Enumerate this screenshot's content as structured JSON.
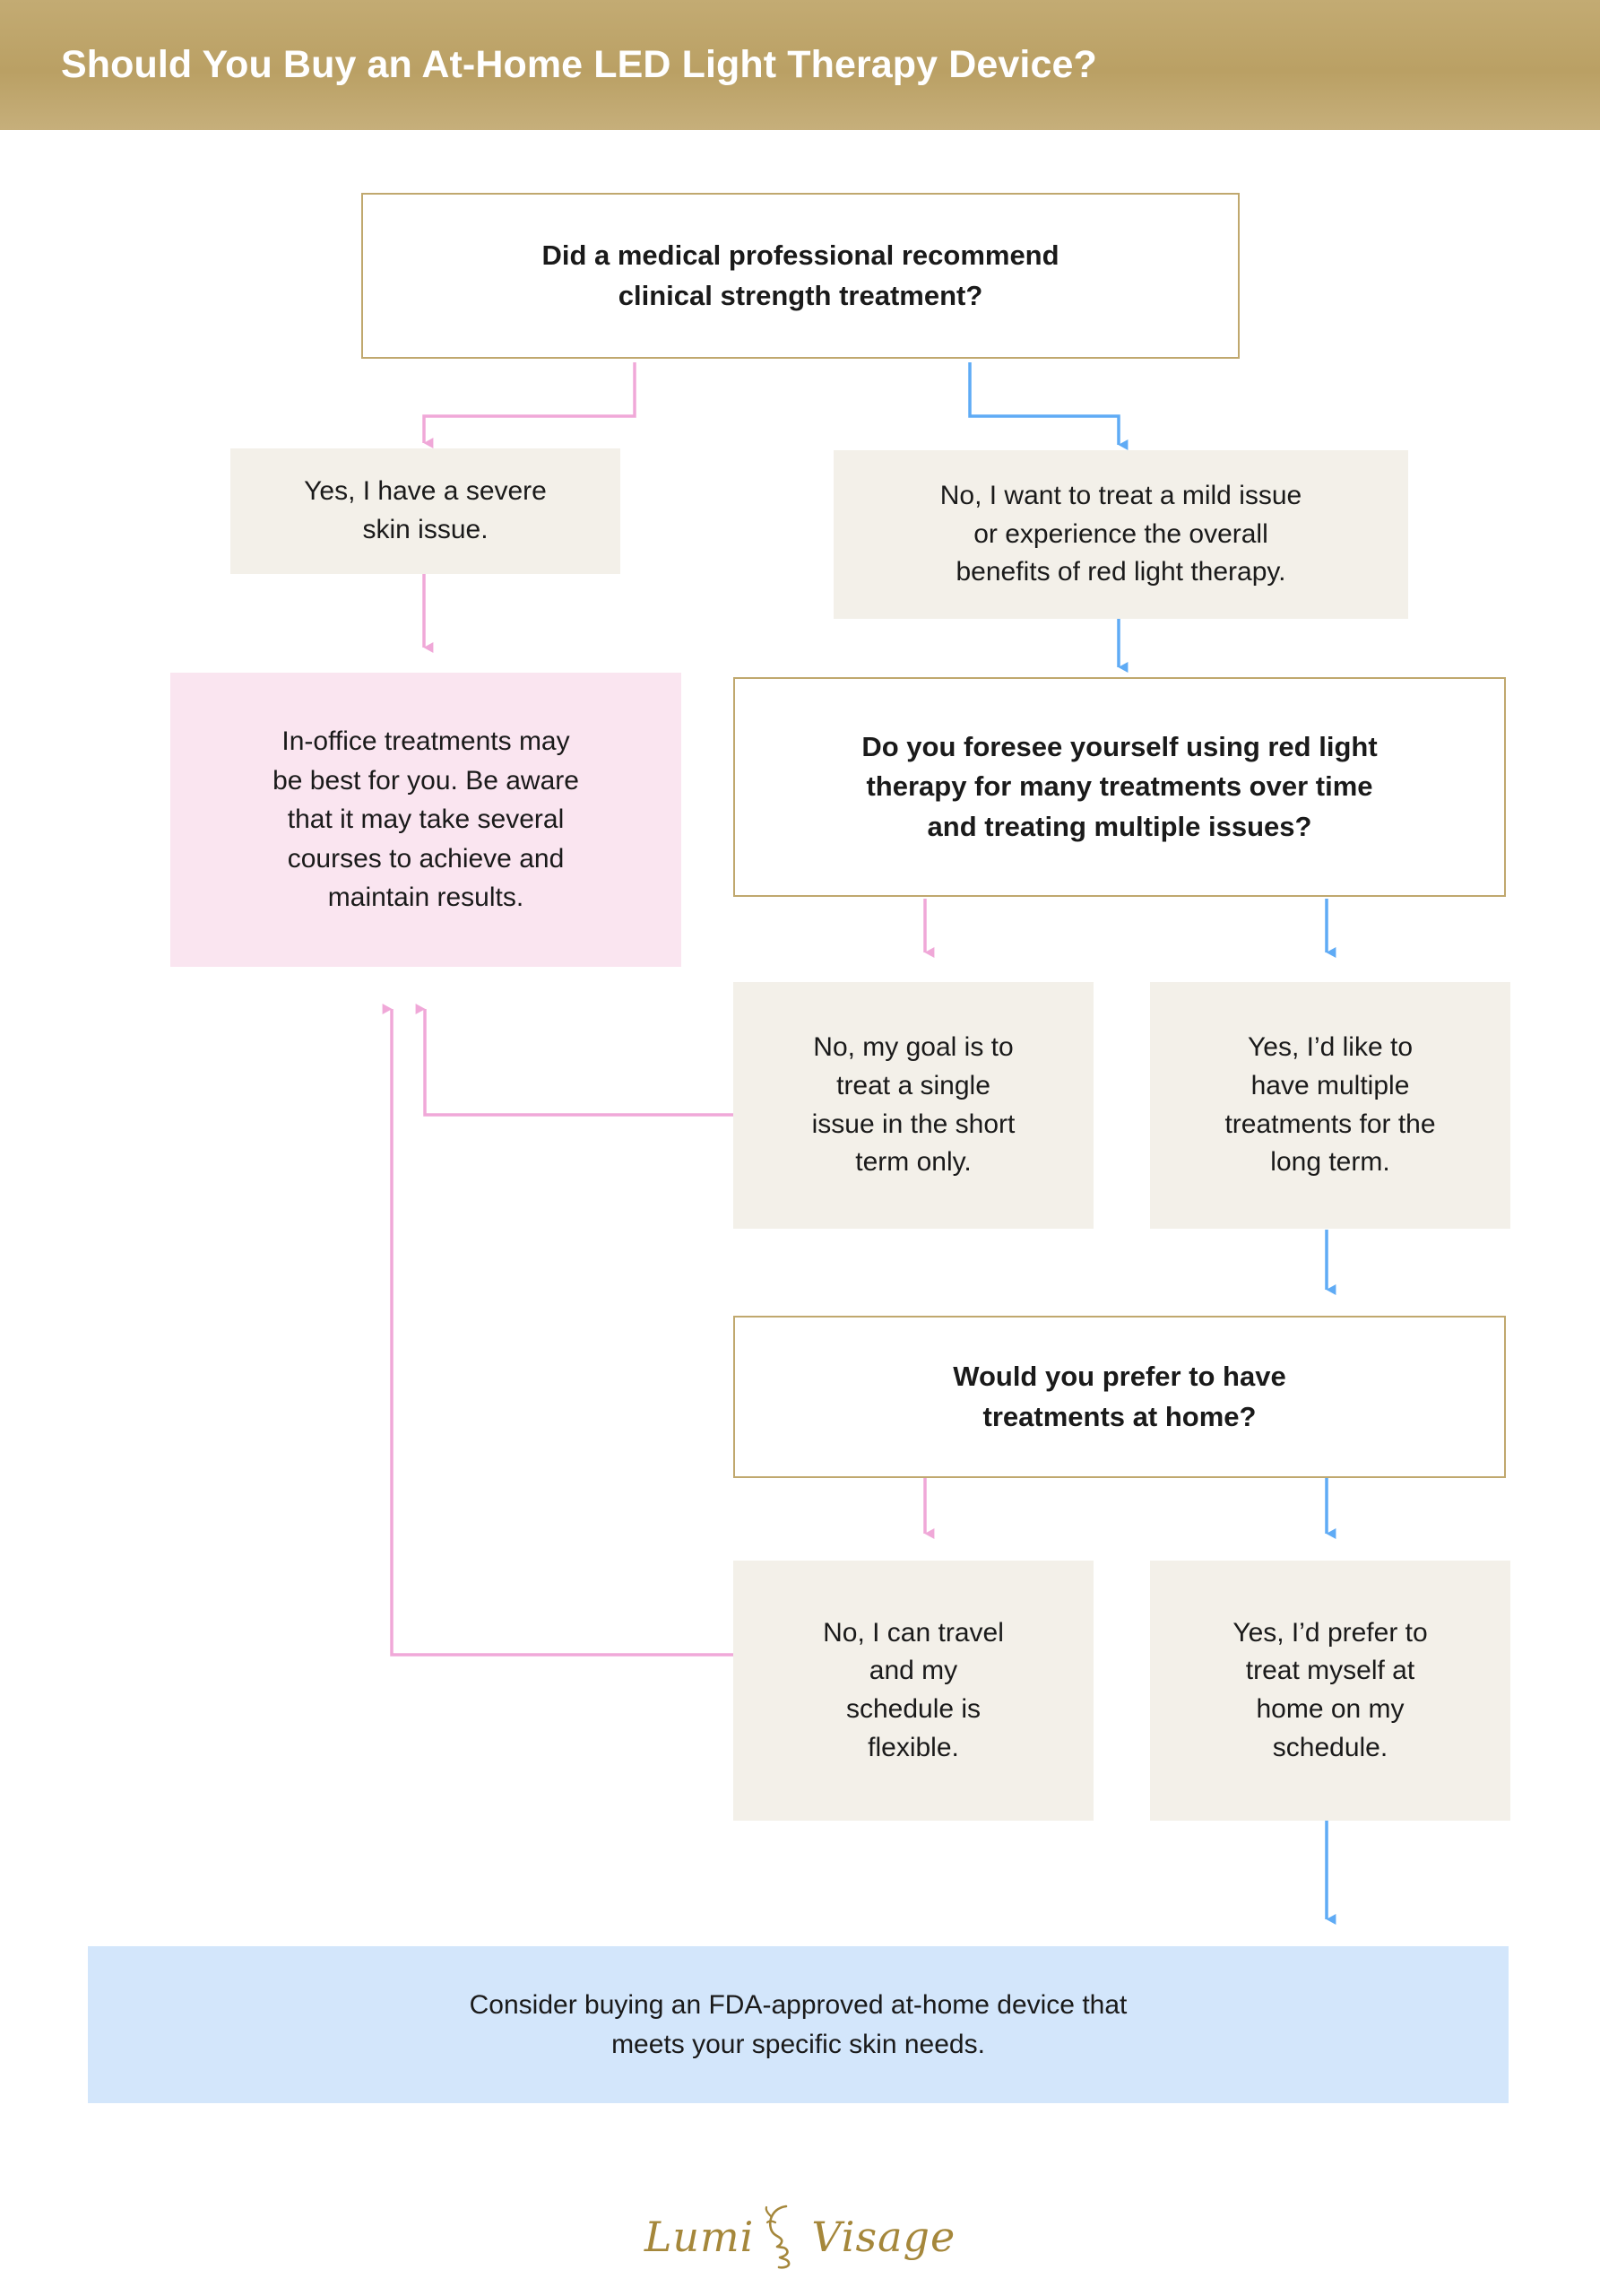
{
  "header": {
    "title": "Should You Buy an At-Home LED Light Therapy Device?",
    "background_color": "#baa064",
    "text_color": "#ffffff"
  },
  "colors": {
    "gold_border": "#c0a86e",
    "answer_box_bg": "#f3f0e9",
    "pink_outcome_bg": "#fae5f0",
    "blue_outcome_bg": "#d3e6fb",
    "pink_connector": "#f0a8d8",
    "blue_connector": "#5fabf5",
    "text": "#1a1a1a",
    "logo_gold": "#a5873b"
  },
  "flow": {
    "q1": {
      "id": "q1",
      "type": "question",
      "text": "Did a medical professional recommend\nclinical strength treatment?"
    },
    "a1_yes": {
      "id": "a1-yes",
      "type": "answer",
      "branch": "pink",
      "text": "Yes, I have a severe\nskin issue."
    },
    "a1_no": {
      "id": "a1-no",
      "type": "answer",
      "branch": "blue",
      "text": "No, I want to treat a mild issue\nor experience the overall\nbenefits of red light therapy."
    },
    "outcome_office": {
      "id": "outcome-in-office",
      "type": "outcome",
      "branch": "pink",
      "text": "In-office treatments may\nbe best for you. Be aware\nthat it may take several\ncourses to achieve and\nmaintain results."
    },
    "q2": {
      "id": "q2",
      "type": "question",
      "text": "Do you foresee yourself using red light\ntherapy for many treatments over time\nand treating multiple issues?"
    },
    "a2_no": {
      "id": "a2-no",
      "type": "answer",
      "branch": "pink",
      "text": "No, my goal is to\ntreat a single\nissue in the short\nterm only."
    },
    "a2_yes": {
      "id": "a2-yes",
      "type": "answer",
      "branch": "blue",
      "text": "Yes, I’d like to\nhave multiple\ntreatments for the\nlong term."
    },
    "q3": {
      "id": "q3",
      "type": "question",
      "text": "Would you prefer to have\ntreatments at home?"
    },
    "a3_no": {
      "id": "a3-no",
      "type": "answer",
      "branch": "pink",
      "text": "No, I can travel\nand my\nschedule is\nflexible."
    },
    "a3_yes": {
      "id": "a3-yes",
      "type": "answer",
      "branch": "blue",
      "text": "Yes, I’d prefer to\ntreat myself at\nhome on my\nschedule."
    },
    "outcome_buy": {
      "id": "outcome-buy-device",
      "type": "outcome",
      "branch": "blue",
      "text": "Consider buying an FDA-approved at-home device that\nmeets your specific skin needs."
    }
  },
  "footer": {
    "brand_name": "Lumi Visage",
    "brand_word_1": "Lumi",
    "brand_word_2": "Visage"
  }
}
